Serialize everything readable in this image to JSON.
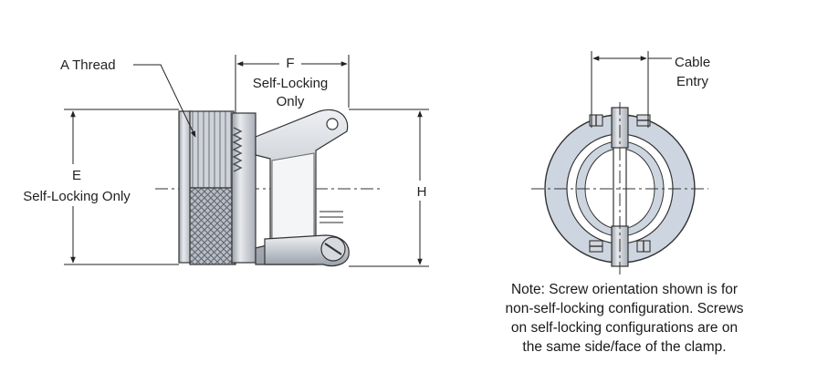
{
  "labels": {
    "a_thread": "A Thread",
    "f": "F",
    "f_sub_1": "Self-Locking",
    "f_sub_2": "Only",
    "e": "E",
    "e_sub": "Self-Locking Only",
    "h": "H",
    "cable_entry_1": "Cable",
    "cable_entry_2": "Entry"
  },
  "note": {
    "line1": "Note: Screw orientation shown is for",
    "line2": "non-self-locking configuration.  Screws",
    "line3": "on self-locking configurations are on",
    "line4": "the same side/face of the clamp."
  },
  "colors": {
    "body_fill": "#c9ccd3",
    "body_light": "#e6e8ec",
    "body_dark": "#8a8e96",
    "line": "#222222"
  }
}
